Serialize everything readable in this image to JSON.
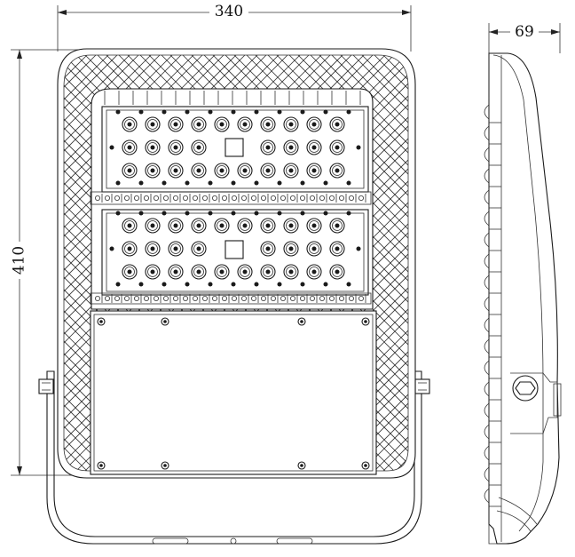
{
  "dimensions": {
    "width_label": "340",
    "height_label": "410",
    "depth_label": "69"
  },
  "led_module": {
    "rows": 3,
    "columns": 10,
    "module_count": 2
  },
  "colors": {
    "line": "#1a1a1a",
    "background": "#ffffff"
  }
}
